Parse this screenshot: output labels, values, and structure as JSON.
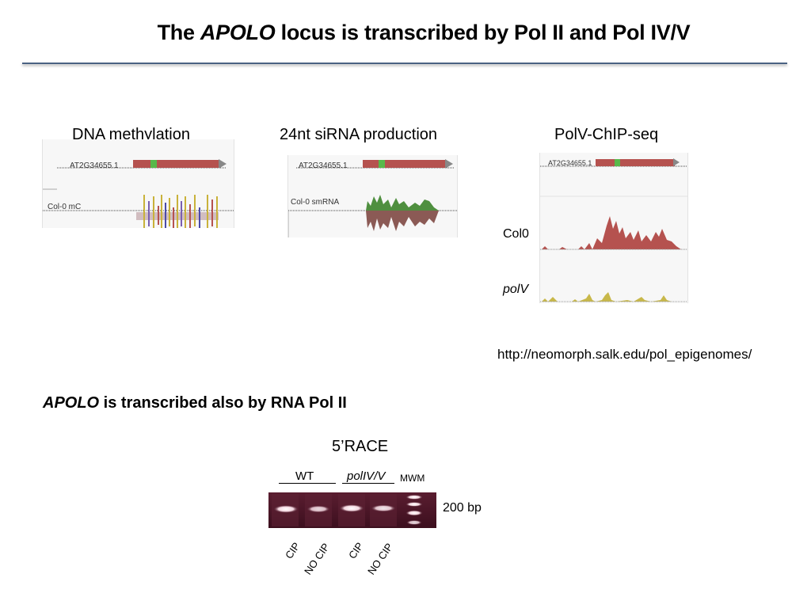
{
  "slide": {
    "title_prefix": "The ",
    "title_italic": "APOLO",
    "title_suffix": " locus is transcribed by Pol II and Pol IV/V"
  },
  "panels": {
    "methylation": {
      "label": "DNA methylation",
      "gene_label": "AT2G34655.1",
      "track_label": "Col-0 mC"
    },
    "sirna": {
      "label": "24nt siRNA production",
      "gene_label": "AT2G34655.1",
      "track_label": "Col-0 smRNA"
    },
    "chip": {
      "label": "PolV-ChIP-seq",
      "gene_label": "AT2G34655.1",
      "row1_label": "Col0",
      "row2_label": "polV"
    }
  },
  "source_url": "http://neomorph.salk.edu/pol_epigenomes/",
  "subheading": {
    "italic": "APOLO",
    "rest": " is transcribed also by RNA Pol II"
  },
  "race": {
    "title": "5’RACE",
    "group1": "WT",
    "group2": "polIV/V",
    "marker": "MWM",
    "size_label": "200 bp",
    "lanes": [
      "CIP",
      "NO CIP",
      "CIP",
      "NO CIP"
    ]
  },
  "colors": {
    "rule": "#4a6283",
    "gene_bar": "#b5524f",
    "gene_exon": "#58b84a",
    "chip_col0": "#b5524f",
    "chip_polv": "#c8b84a",
    "sirna_green": "#4f8f3f",
    "sirna_brown": "#8b5a55",
    "gel_bg": "#4a1526"
  }
}
